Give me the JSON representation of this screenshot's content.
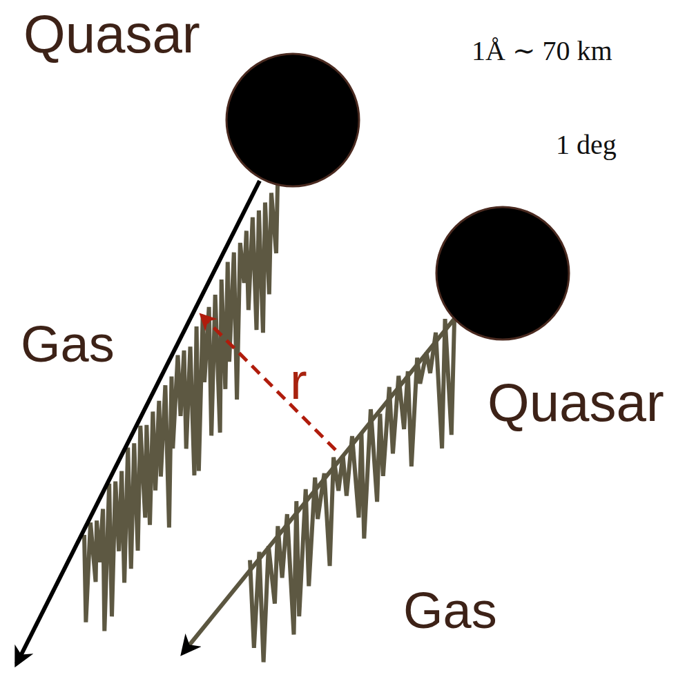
{
  "diagram": {
    "nodes": [
      {
        "text": [
          "Quasar"
        ]
      },
      {
        "text": [
          "Quasar"
        ]
      }
    ],
    "labels": [
      "1Å ∼ 70 km",
      "1 deg",
      "Gas",
      "r",
      "Gas"
    ]
  }
}
